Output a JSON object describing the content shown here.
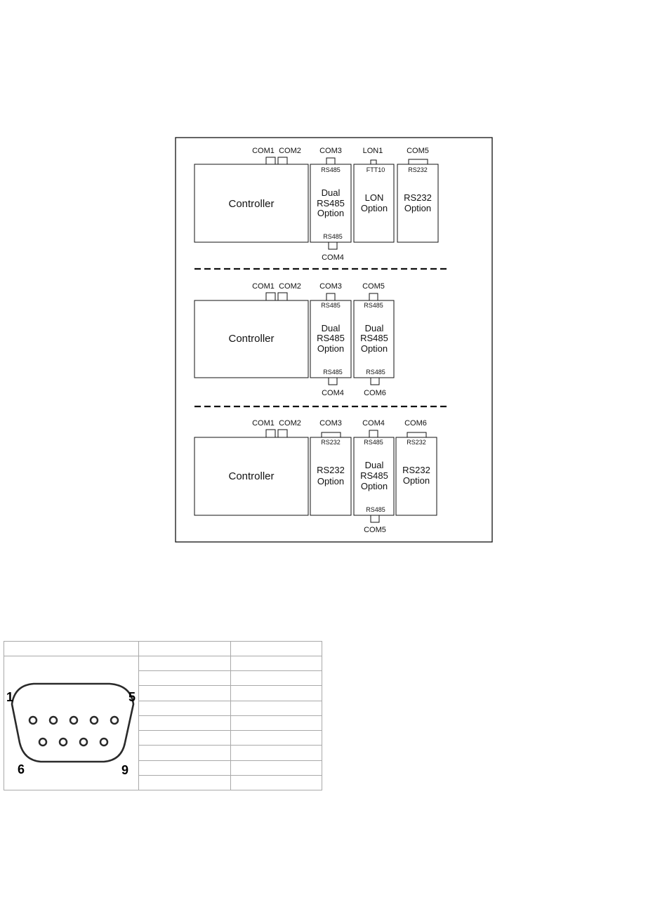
{
  "diagram": {
    "panels": [
      {
        "id": "panel-1",
        "controller": {
          "label": "Controller",
          "ports": [
            "COM1",
            "COM2"
          ]
        },
        "modules": [
          {
            "id": "dual-rs485",
            "lines": [
              "Dual",
              "RS485",
              "Option"
            ],
            "top_port": "COM3",
            "top_tag": "RS485",
            "bottom_port": "COM4",
            "bottom_tag": "RS485"
          },
          {
            "id": "lon",
            "lines": [
              "LON",
              "Option"
            ],
            "top_port": "LON1",
            "top_tag": "FTT10"
          },
          {
            "id": "rs232",
            "lines": [
              "RS232",
              "Option"
            ],
            "top_port": "COM5",
            "top_tag": "RS232"
          }
        ]
      },
      {
        "id": "panel-2",
        "controller": {
          "label": "Controller",
          "ports": [
            "COM1",
            "COM2"
          ]
        },
        "modules": [
          {
            "id": "dual-rs485-a",
            "lines": [
              "Dual",
              "RS485",
              "Option"
            ],
            "top_port": "COM3",
            "top_tag": "RS485",
            "bottom_port": "COM4",
            "bottom_tag": "RS485"
          },
          {
            "id": "dual-rs485-b",
            "lines": [
              "Dual",
              "RS485",
              "Option"
            ],
            "top_port": "COM5",
            "top_tag": "RS485",
            "bottom_port": "COM6",
            "bottom_tag": "RS485"
          }
        ]
      },
      {
        "id": "panel-3",
        "controller": {
          "label": "Controller",
          "ports": [
            "COM1",
            "COM2"
          ]
        },
        "modules": [
          {
            "id": "rs232-a",
            "lines": [
              "RS232",
              "Option"
            ],
            "top_port": "COM3",
            "top_tag": "RS232"
          },
          {
            "id": "dual-rs485",
            "lines": [
              "Dual",
              "RS485",
              "Option"
            ],
            "top_port": "COM4",
            "top_tag": "RS485",
            "bottom_port": "COM5",
            "bottom_tag": "RS485"
          },
          {
            "id": "rs232-b",
            "lines": [
              "RS232",
              "Option"
            ],
            "top_port": "COM6",
            "top_tag": "RS232"
          }
        ]
      }
    ]
  },
  "connector": {
    "pin_labels": {
      "top_left": "1",
      "top_right": "5",
      "bottom_left": "6",
      "bottom_right": "9"
    },
    "top_row_pins": 5,
    "bottom_row_pins": 4
  },
  "pinout_table": {
    "header": [
      "",
      "",
      ""
    ],
    "rows": [
      [
        "",
        ""
      ],
      [
        "",
        ""
      ],
      [
        "",
        ""
      ],
      [
        "",
        ""
      ],
      [
        "",
        ""
      ],
      [
        "",
        ""
      ],
      [
        "",
        ""
      ],
      [
        "",
        ""
      ],
      [
        "",
        ""
      ]
    ]
  }
}
